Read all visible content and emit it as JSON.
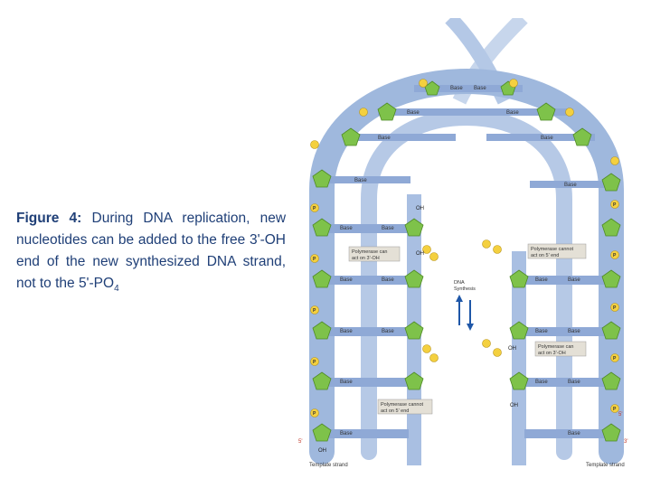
{
  "caption": {
    "label": "Figure 4:",
    "text_main": "During DNA replication, new nucleotides can be added to the free 3'-OH end of the new synthesized DNA strand, not to the 5'-PO",
    "subscript": "4"
  },
  "figure": {
    "template_strand_left": "Template strand",
    "template_strand_right": "Template strand",
    "note_left_top": [
      "Polymerase can",
      "act on 3'-OH"
    ],
    "note_right_top": [
      "Polymerase cannot",
      "act on 5' end"
    ],
    "note_right_mid": [
      "Polymerase can",
      "act on 3'-OH"
    ],
    "note_left_bottom": [
      "Polymerase cannot",
      "act on 5' end"
    ],
    "synthesis_label": [
      "DNA",
      "Synthesis"
    ],
    "base_label": "Base",
    "phosphate_label": "P",
    "oh_label": "OH",
    "end_3": "3'",
    "end_5": "5'",
    "top_pair": [
      "Base",
      "Base"
    ]
  },
  "colors": {
    "caption_text": "#1f3f77",
    "backbone": "#9fb8dd",
    "sugar": "#7ec24a",
    "phosphate": "#f4d03f",
    "base_bar": "#8fa9d6",
    "note_box": "#e4e0d6"
  }
}
